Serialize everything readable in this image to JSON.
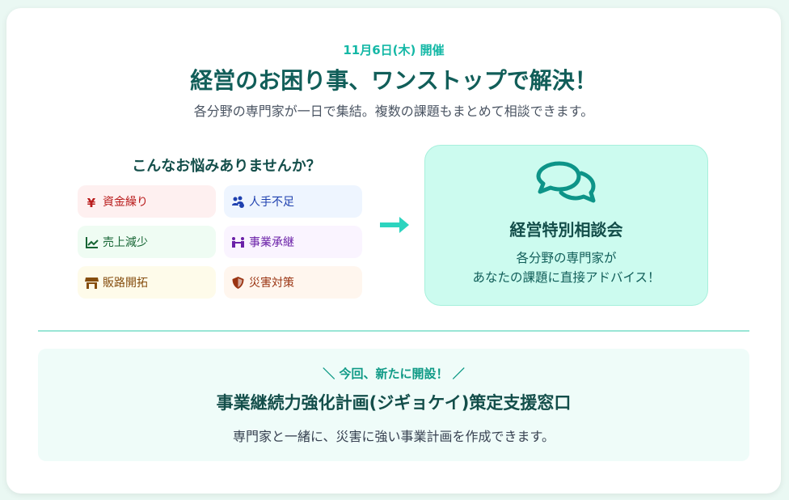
{
  "header": {
    "date": "11月6日(木) 開催",
    "title": "経営のお困り事、ワンストップで解決！",
    "subtitle": "各分野の専門家が一日で集結。複数の課題もまとめて相談できます。"
  },
  "problems": {
    "heading": "こんなお悩みありませんか？",
    "items": [
      {
        "label": "資金繰り",
        "icon": "yen-icon",
        "color": "#b91c1c",
        "bg": "#fef0f0"
      },
      {
        "label": "人手不足",
        "icon": "users-gear-icon",
        "color": "#1e40af",
        "bg": "#eef5ff"
      },
      {
        "label": "売上減少",
        "icon": "chart-line-icon",
        "color": "#166534",
        "bg": "#effcf3"
      },
      {
        "label": "事業承継",
        "icon": "handshake-people-icon",
        "color": "#6b21a8",
        "bg": "#faf4ff"
      },
      {
        "label": "販路開拓",
        "icon": "store-icon",
        "color": "#854d0e",
        "bg": "#fefbea"
      },
      {
        "label": "災害対策",
        "icon": "shield-icon",
        "color": "#9a3412",
        "bg": "#fff6ee"
      }
    ]
  },
  "consult": {
    "title": "経営特別相談会",
    "desc_line1": "各分野の専門家が",
    "desc_line2": "あなたの課題に直接アドバイス！",
    "accent": "#0d9488"
  },
  "bottom": {
    "new_label": "＼ 今回、新たに開設！ ／",
    "title": "事業継続力強化計画(ジギョケイ)策定支援窓口",
    "desc": "専門家と一緒に、災害に強い事業計画を作成できます。"
  }
}
